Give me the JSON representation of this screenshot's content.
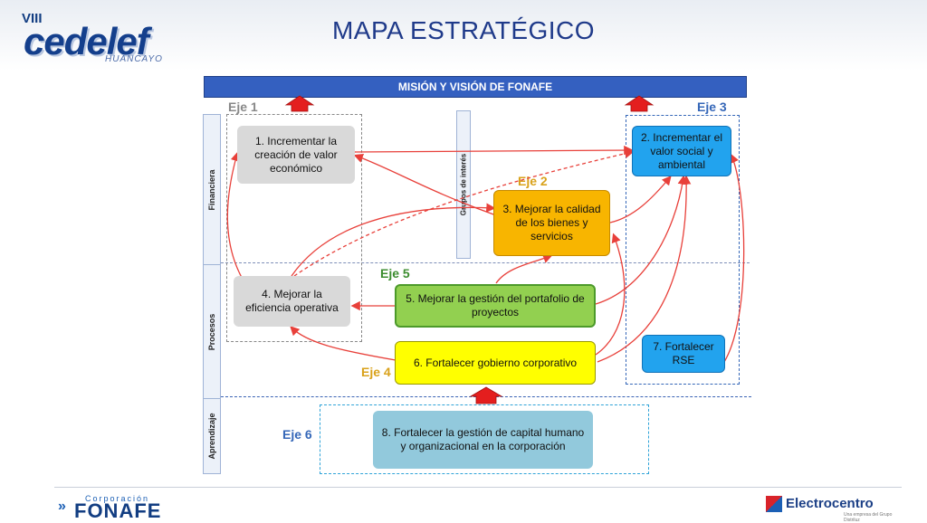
{
  "header": {
    "title": "MAPA ESTRATÉGICO"
  },
  "logo": {
    "prefix": "VIII",
    "name": "cedelef",
    "city": "HUANCAYO"
  },
  "mission_bar": "MISIÓN Y VISIÓN DE FONAFE",
  "perspectives": [
    "Financiera",
    "Procesos",
    "Aprendizaje"
  ],
  "stakeholders": "Grupos de interés",
  "axes": {
    "eje1": "Eje 1",
    "eje2": "Eje 2",
    "eje3": "Eje 3",
    "eje4": "Eje 4",
    "eje5": "Eje 5",
    "eje6": "Eje 6"
  },
  "objectives": [
    "1. Incrementar la creación de valor económico",
    "2. Incrementar el valor social y ambiental",
    "3. Mejorar la calidad de los bienes y servicios",
    "4. Mejorar la eficiencia operativa",
    "5. Mejorar la gestión del portafolio de proyectos",
    "6. Fortalecer gobierno corporativo",
    "7. Fortalecer RSE",
    "8. Fortalecer la gestión de capital humano y organizacional en la corporación"
  ],
  "colors": {
    "title": "#1f3a8a",
    "mission_bar": "#3460c0",
    "connector": "#e8403a",
    "eje_gray": "#888888",
    "eje_orange": "#d9a21b",
    "eje_blue": "#3567b8",
    "eje_green": "#3c8d2f"
  },
  "footer": {
    "left_label": "Corporación",
    "left_name": "FONAFE",
    "right_name": "Electrocentro",
    "right_tagline": "Una empresa del Grupo Distriluz"
  }
}
